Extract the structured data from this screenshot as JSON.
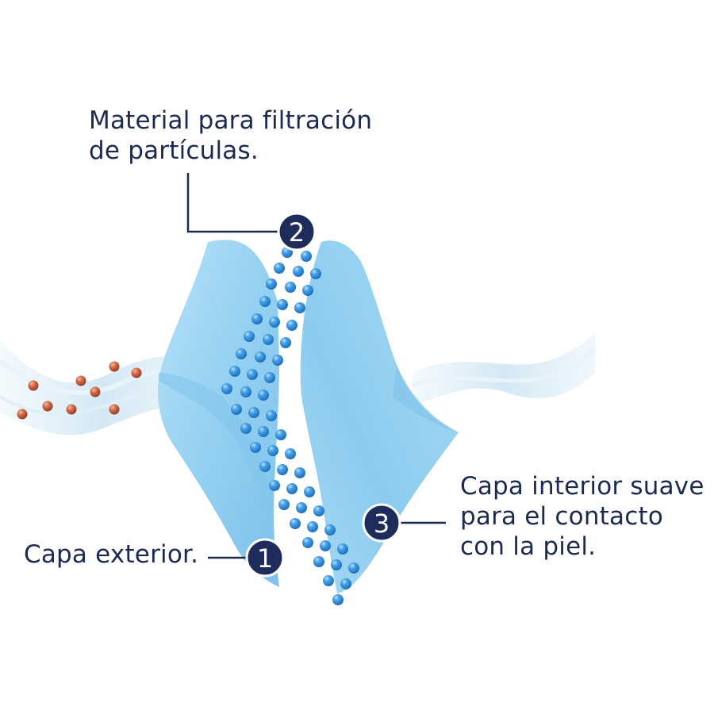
{
  "layers": [
    {
      "number": "2",
      "lines": [
        "Material para filtración",
        "de partículas."
      ]
    },
    {
      "number": "1",
      "lines": [
        "Capa exterior."
      ]
    },
    {
      "number": "3",
      "lines": [
        "Capa interior suave",
        "para el contacto",
        "con la piel."
      ]
    }
  ],
  "colors": {
    "text": "#1b2a4e",
    "badge": "#1d2c5a",
    "layer_fabric": "#9fd6f3",
    "filter_bead": "#2f8fda",
    "pollutant_particle": "#c9603f",
    "air_wave": "#cfe6f4"
  }
}
